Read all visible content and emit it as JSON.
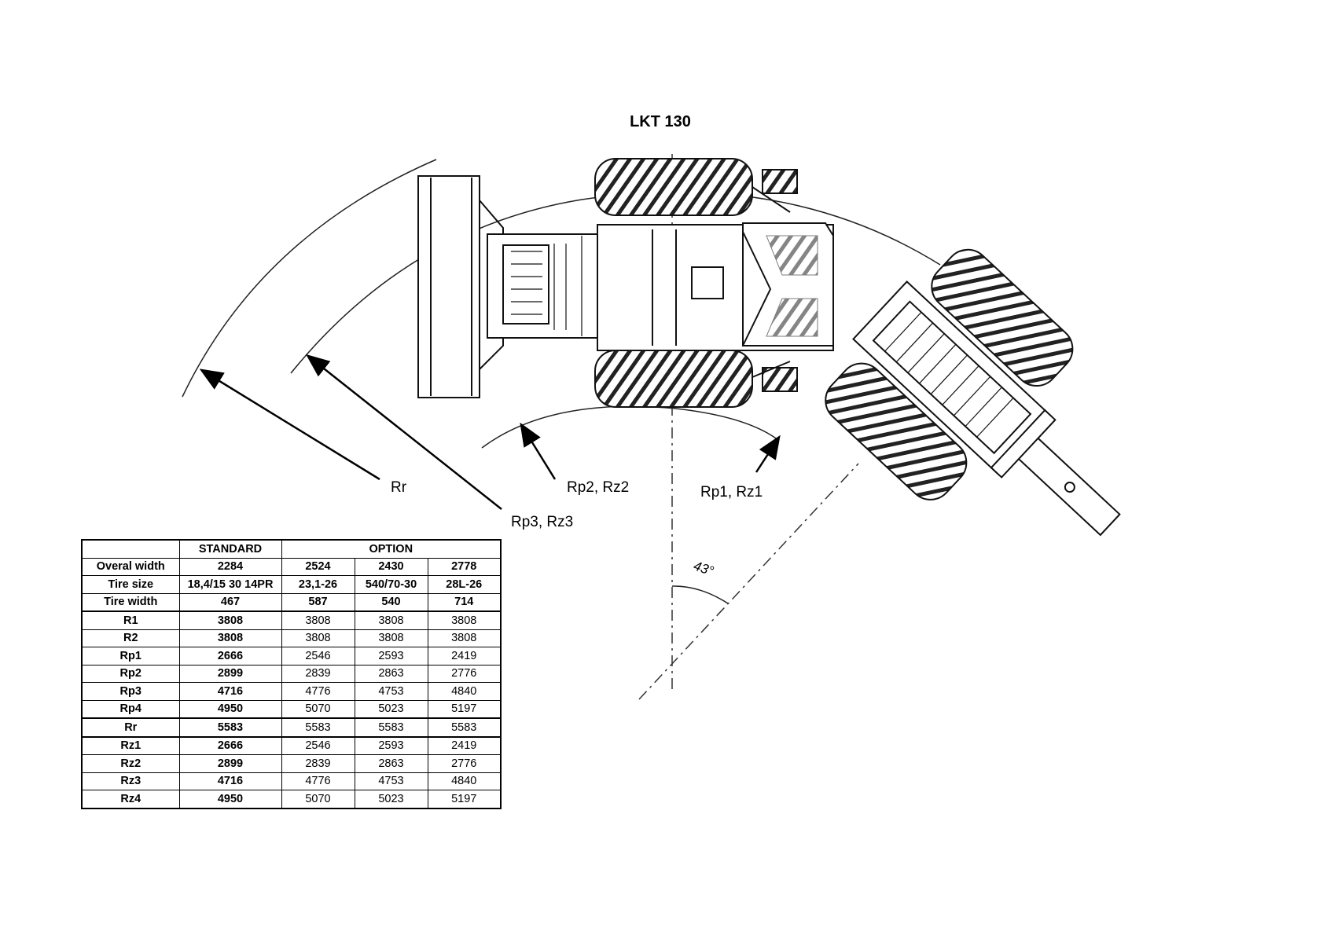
{
  "title": "LKT 130",
  "callouts": {
    "rr": "Rr",
    "rp3_rz3": "Rp3, Rz3",
    "rp2_rz2": "Rp2, Rz2",
    "rp1_rz1": "Rp1, Rz1",
    "angle": "43°"
  },
  "table": {
    "header": {
      "standard": "STANDARD",
      "option": "OPTION"
    },
    "rows": [
      {
        "label": "Overal width",
        "standard": "2284",
        "options": [
          "2524",
          "2430",
          "2778"
        ]
      },
      {
        "label": "Tire size",
        "standard": "18,4/15 30 14PR",
        "options": [
          "23,1-26",
          "540/70-30",
          "28L-26"
        ]
      },
      {
        "label": "Tire width",
        "standard": "467",
        "options": [
          "587",
          "540",
          "714"
        ]
      },
      {
        "label": "R1",
        "standard": "3808",
        "options": [
          "3808",
          "3808",
          "3808"
        ]
      },
      {
        "label": "R2",
        "standard": "3808",
        "options": [
          "3808",
          "3808",
          "3808"
        ]
      },
      {
        "label": "Rp1",
        "standard": "2666",
        "options": [
          "2546",
          "2593",
          "2419"
        ]
      },
      {
        "label": "Rp2",
        "standard": "2899",
        "options": [
          "2839",
          "2863",
          "2776"
        ]
      },
      {
        "label": "Rp3",
        "standard": "4716",
        "options": [
          "4776",
          "4753",
          "4840"
        ]
      },
      {
        "label": "Rp4",
        "standard": "4950",
        "options": [
          "5070",
          "5023",
          "5197"
        ]
      },
      {
        "label": "Rr",
        "standard": "5583",
        "options": [
          "5583",
          "5583",
          "5583"
        ]
      },
      {
        "label": "Rz1",
        "standard": "2666",
        "options": [
          "2546",
          "2593",
          "2419"
        ]
      },
      {
        "label": "Rz2",
        "standard": "2899",
        "options": [
          "2839",
          "2863",
          "2776"
        ]
      },
      {
        "label": "Rz3",
        "standard": "4716",
        "options": [
          "4776",
          "4753",
          "4840"
        ]
      },
      {
        "label": "Rz4",
        "standard": "4950",
        "options": [
          "5070",
          "5023",
          "5197"
        ]
      }
    ]
  }
}
